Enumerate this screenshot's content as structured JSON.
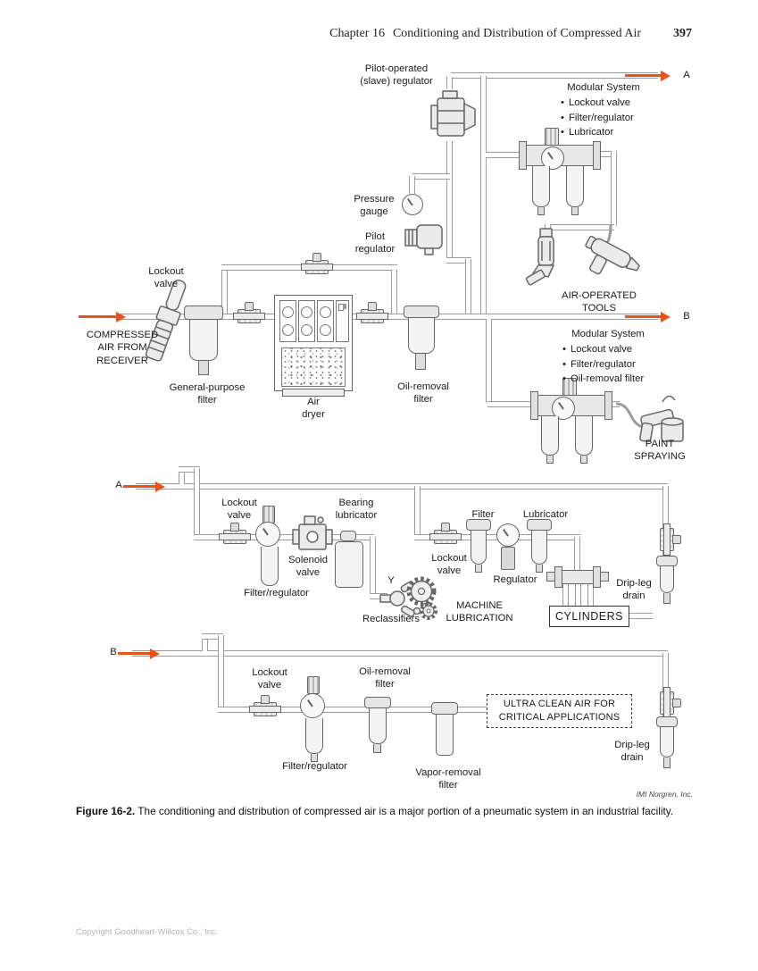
{
  "header": {
    "chapter": "Chapter 16",
    "title": "Conditioning and Distribution of Compressed Air",
    "page_number": "397"
  },
  "figure": {
    "attribution": "IMI Norgren, Inc.",
    "caption_label": "Figure 16-2.",
    "caption_text": "The conditioning and distribution of compressed air is a major portion of a pneumatic system in an industrial facility."
  },
  "footer": {
    "copyright": "Copyright Goodheart-Willcox Co., Inc."
  },
  "diagram": {
    "colors": {
      "arrow": "#e8531c",
      "pipe": "#9b9b9b",
      "component_outline": "#666666"
    },
    "markers": {
      "a_out": "A",
      "b_out": "B",
      "a_in": "A",
      "b_in": "B",
      "y_fitting": "Y"
    },
    "modular_system_top": {
      "heading": "Modular System",
      "items": [
        "Lockout valve",
        "Filter/regulator",
        "Lubricator"
      ]
    },
    "modular_system_bottom": {
      "heading": "Modular System",
      "items": [
        "Lockout valve",
        "Filter/regulator",
        "Oil-removal filter"
      ]
    },
    "labels": {
      "pilot_operated_regulator": "Pilot-operated\n(slave) regulator",
      "pressure_gauge": "Pressure\ngauge",
      "pilot_regulator": "Pilot\nregulator",
      "lockout_valve_main": "Lockout\nvalve",
      "compressed_air": "COMPRESSED\nAIR FROM\nRECEIVER",
      "general_purpose_filter": "General-purpose\nfilter",
      "air_dryer": "Air\ndryer",
      "oil_removal_filter": "Oil-removal\nfilter",
      "air_operated_tools": "AIR-OPERATED\nTOOLS",
      "paint_spraying": "PAINT\nSPRAYING",
      "lockout_valve_a": "Lockout\nvalve",
      "filter_regulator_a": "Filter/regulator",
      "solenoid_valve": "Solenoid\nvalve",
      "bearing_lubricator": "Bearing\nlubricator",
      "reclassifiers": "Reclassifiers",
      "machine_lubrication": "MACHINE\nLUBRICATION",
      "lockout_valve_a2": "Lockout\nvalve",
      "filter_a": "Filter",
      "regulator_a": "Regulator",
      "lubricator_a": "Lubricator",
      "cylinders": "CYLINDERS",
      "drip_leg_drain_a": "Drip-leg\ndrain",
      "lockout_valve_b": "Lockout\nvalve",
      "filter_regulator_b": "Filter/regulator",
      "oil_removal_filter_b": "Oil-removal\nfilter",
      "vapor_removal_filter": "Vapor-removal\nfilter",
      "ultra_clean_air": "ULTRA CLEAN AIR FOR\nCRITICAL APPLICATIONS",
      "drip_leg_drain_b": "Drip-leg\ndrain"
    }
  }
}
